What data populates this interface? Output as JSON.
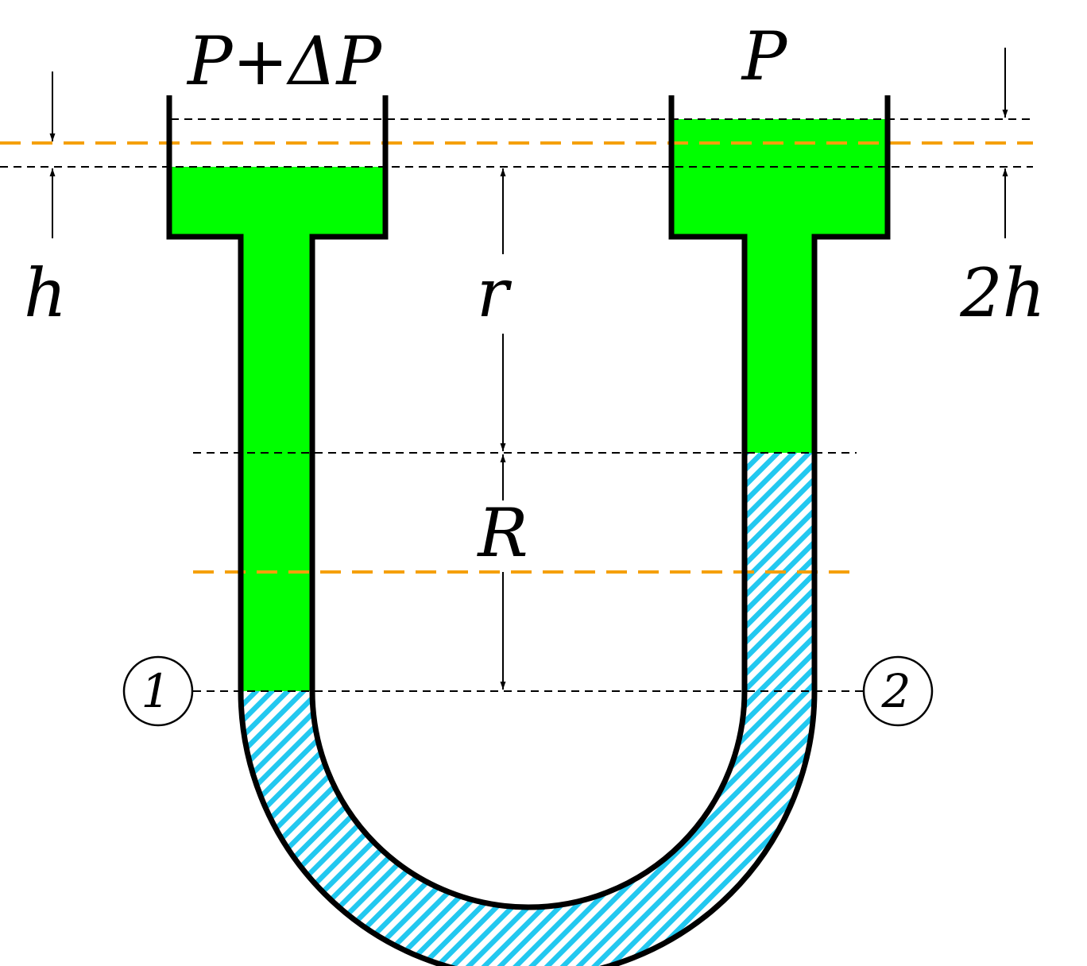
{
  "labels": {
    "left_pressure": "P+ΔP",
    "right_pressure": "P",
    "h": "h",
    "two_h": "2h",
    "r": "r",
    "R": "R",
    "point_1": "1",
    "point_2": "2"
  },
  "colors": {
    "fluid_light": "#00ff00",
    "fluid_heavy_stripe": "#22c8f0",
    "reference_line": "#f5a00a",
    "tube_outline": "#000000"
  }
}
